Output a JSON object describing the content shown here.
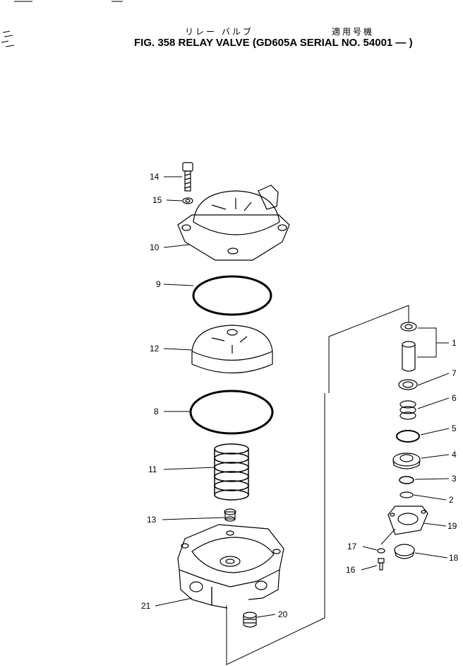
{
  "header": {
    "jp_name": "リレー バルブ",
    "jp_applicable": "適用号機",
    "title": "FIG. 358  RELAY VALVE (GD605A SERIAL NO. 54001 — )"
  },
  "callouts": [
    "1",
    "2",
    "3",
    "4",
    "5",
    "6",
    "7",
    "8",
    "9",
    "10",
    "11",
    "12",
    "13",
    "14",
    "15",
    "16",
    "17",
    "18",
    "19",
    "20",
    "21"
  ]
}
